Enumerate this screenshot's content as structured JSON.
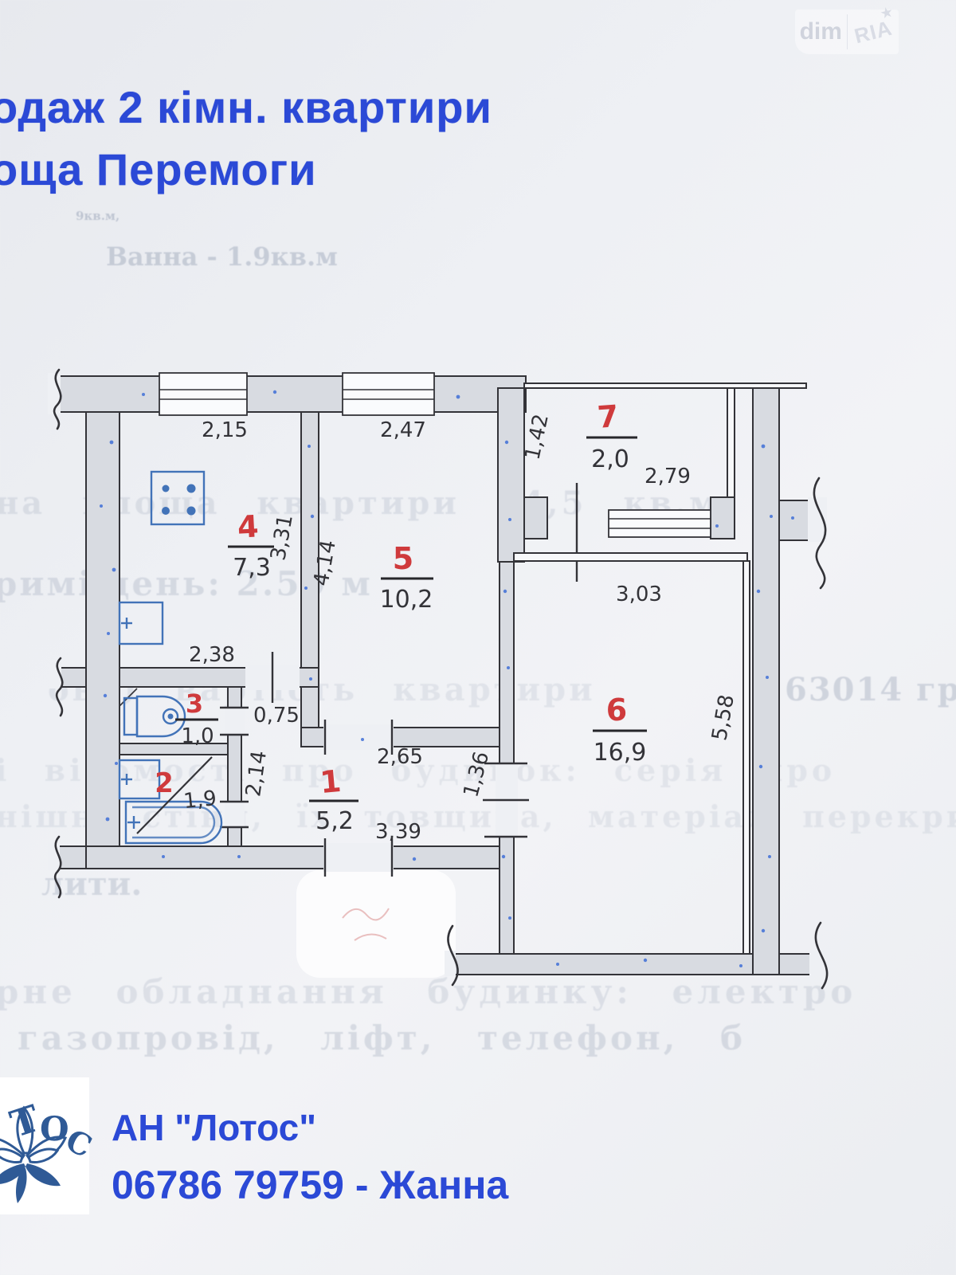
{
  "colors": {
    "accent": "#2b49d6",
    "red": "#cf3a3c",
    "ink": "#333338",
    "wall": "#d8dbe1",
    "paper": "#eef0f4",
    "fixture": "#4273b8",
    "speckle": "#3f6fd6",
    "faded": "#8b97ad"
  },
  "watermark": {
    "left": "dim",
    "right": "RIA",
    "star": "★"
  },
  "header": {
    "title_line1": "одаж 2 кімн. квартири",
    "title_line2": "оща Перемоги"
  },
  "faded": {
    "l1": "9кв.м,",
    "l2": "Ванна - 1.9кв.м",
    "l3": "на площа квартири      44,5 кв.м",
    "l4": "риміщень: 2.50 м",
    "l5": "ова) вартість квартири",
    "l5b": "63014 гр",
    "l6": "і відомості про будинок: серія про",
    "l7": "нішні стіни, їх товщина, матеріал перекриттів",
    "l8": "лити.",
    "l9": "рне обладнання будинку: електро",
    "l10": "газопровід, ліфт, телефон, б"
  },
  "plan": {
    "rooms": {
      "hall": {
        "number": "1",
        "area": "5,2"
      },
      "bathroom": {
        "number": "2",
        "area": "1,9"
      },
      "wc": {
        "number": "3",
        "area": "1,0"
      },
      "kitchen": {
        "number": "4",
        "area": "7,3"
      },
      "living": {
        "number": "5",
        "area": "10,2"
      },
      "bedroom": {
        "number": "6",
        "area": "16,9"
      },
      "balcony": {
        "number": "7",
        "area": "2,0"
      }
    },
    "dims": {
      "kitchen_top": "2,15",
      "room5_top": "2,47",
      "balcony_left": "1,42",
      "balcony_bottom": "2,79",
      "room6_top": "3,03",
      "kitchen_right": "3,31",
      "room5_left": "4,14",
      "kitchen_bottom": "2,38",
      "corridor": "0,75",
      "bath_right": "2,14",
      "hall_top": "2,65",
      "hall_right": "1,36",
      "hall_bottom": "3,39",
      "room6_right": "5,58"
    }
  },
  "footer": {
    "logo_letters": [
      "Т",
      "О",
      "С"
    ],
    "agency": "АН \"Лотос\"",
    "phone": "06786 79759 - Жанна"
  }
}
